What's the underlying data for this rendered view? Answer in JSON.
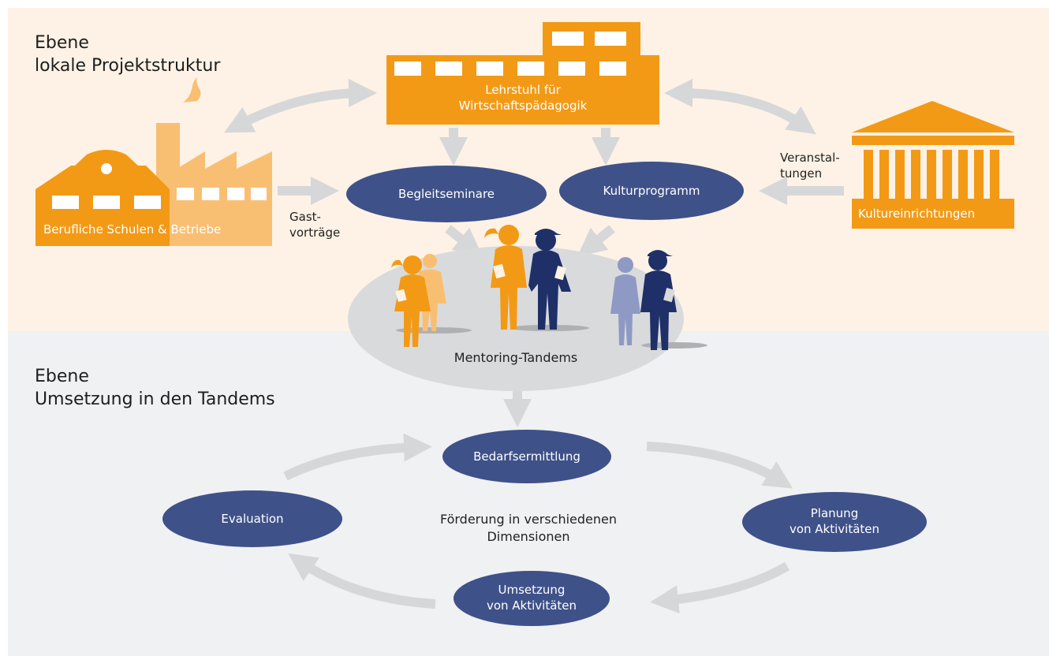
{
  "level_top": {
    "line1": "Ebene",
    "line2": "lokale Projektstruktur"
  },
  "level_bottom": {
    "line1": "Ebene",
    "line2": "Umsetzung in den Tandems"
  },
  "chair": {
    "line1": "Lehrstuhl für",
    "line2": "Wirtschaftspädagogik"
  },
  "schools": {
    "label": "Berufliche Schulen & Betriebe"
  },
  "culture_inst": {
    "label": "Kultureinrichtungen"
  },
  "seminars": {
    "label": "Begleitseminare"
  },
  "culture_prog": {
    "label": "Kulturprogramm"
  },
  "guest_talks": {
    "line1": "Gast-",
    "line2": "vorträge"
  },
  "events": {
    "line1": "Veranstal-",
    "line2": "tungen"
  },
  "tandems": {
    "label": "Mentoring-Tandems"
  },
  "cycle": {
    "needs": "Bedarfsermittlung",
    "planning": {
      "line1": "Planung",
      "line2": "von Aktivitäten"
    },
    "implementation": {
      "line1": "Umsetzung",
      "line2": "von Aktivitäten"
    },
    "evaluation": "Evaluation",
    "center": {
      "line1": "Förderung in verschiedenen",
      "line2": "Dimensionen"
    }
  },
  "colors": {
    "top_band": "#fdf2e5",
    "bottom_band": "#f0f1f3",
    "orange": "#f29a16",
    "light_orange": "#f8bf73",
    "navy": "#3f5189",
    "mid_blue": "#8e9ac3",
    "gray_arrow": "#d6d7d9",
    "ellipse_gray": "#d9dadc"
  }
}
